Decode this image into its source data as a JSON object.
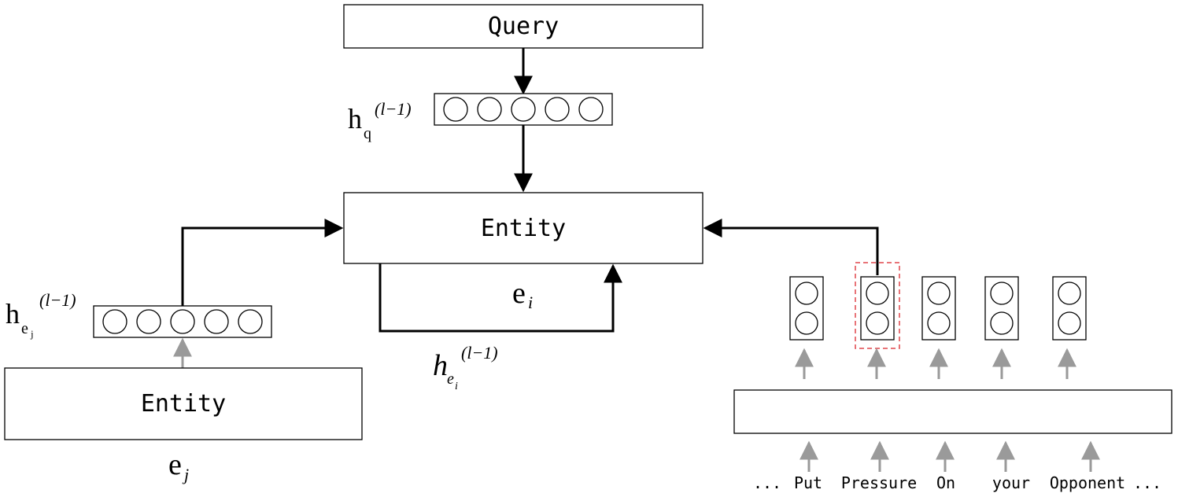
{
  "boxes": {
    "query": "Query",
    "entity_center": "Entity",
    "entity_left": "Entity"
  },
  "labels": {
    "hq_base": "h",
    "hq_sub": "q",
    "hq_sup": "(l−1)",
    "hej_base": "h",
    "hej_sub": "e",
    "hej_subsub": "j",
    "hej_sup": "(l−1)",
    "ei_base": "e",
    "ei_sub": "i",
    "hei_base": "h",
    "hei_sub": "e",
    "hei_subsub": "i",
    "hei_sup": "(l−1)",
    "ej_base": "e",
    "ej_sub": "j"
  },
  "tokens": {
    "lead_dots": "...",
    "words": [
      "Put",
      "Pressure",
      "On",
      "your",
      "Opponent"
    ],
    "trail_dots": "..."
  },
  "colors": {
    "highlight": "#e0474c",
    "gray_arrow": "#9a9a9a"
  }
}
